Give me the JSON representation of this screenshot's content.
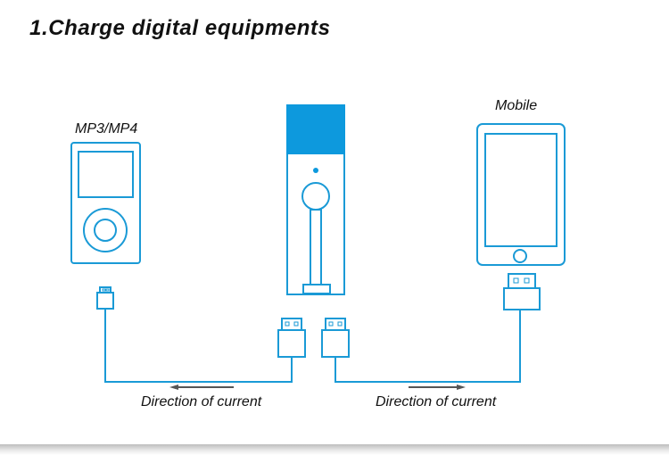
{
  "title": "1.Charge digital equipments",
  "devices": {
    "mp3_label": "MP3/MP4",
    "mobile_label": "Mobile"
  },
  "flow": {
    "left_label": "Direction of current",
    "right_label": "Direction of current"
  },
  "colors": {
    "line": "#1a9ad6",
    "fill_accent": "#0d99dd",
    "text": "#111111"
  }
}
